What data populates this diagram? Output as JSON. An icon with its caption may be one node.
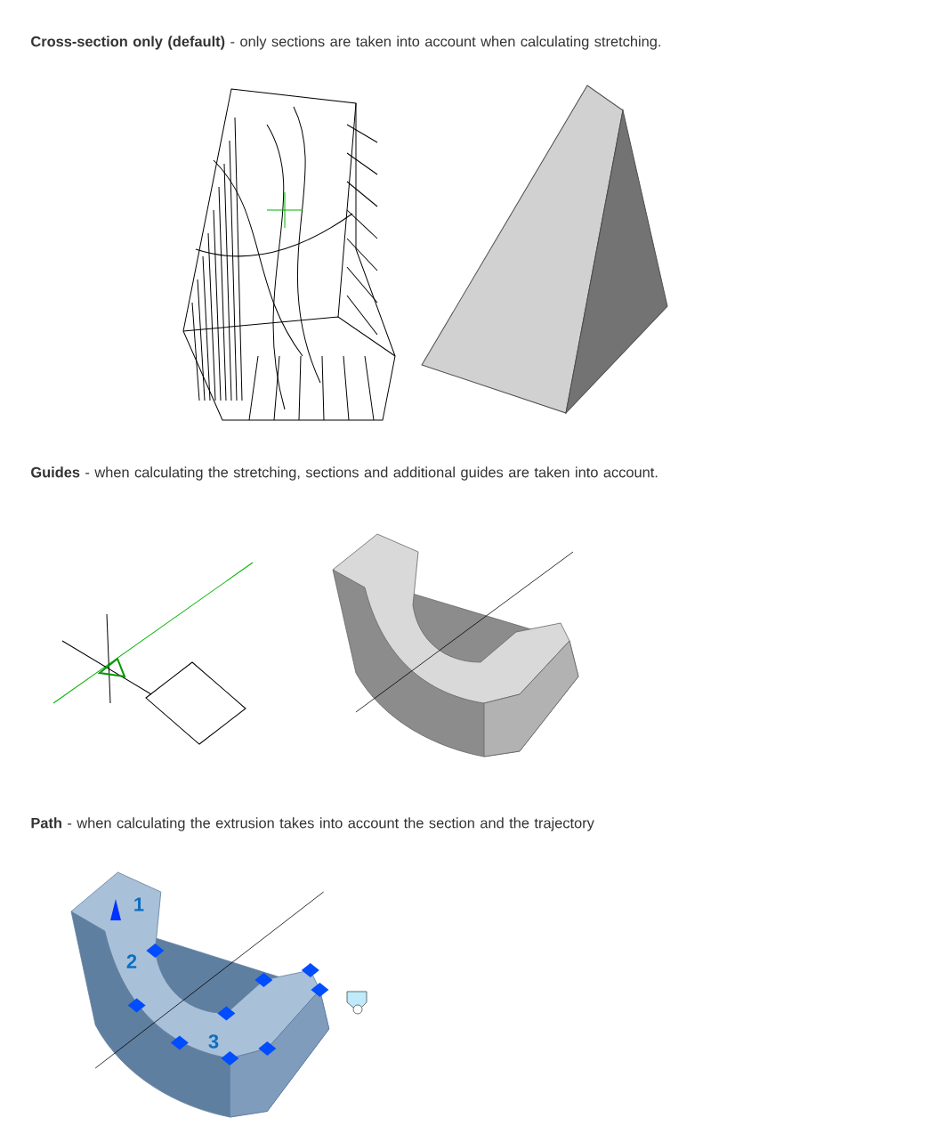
{
  "diagram": {
    "labels": [
      "**Cross-section only (default)** - only sections are taken into account when calculating stretching.",
      "**Guides** - when calculating the stretching, sections and additional guides are taken into account.",
      "**Path** - when calculating the extrusion takes into account the section and the trajectory",
      "1",
      "2",
      "3"
    ]
  }
}
